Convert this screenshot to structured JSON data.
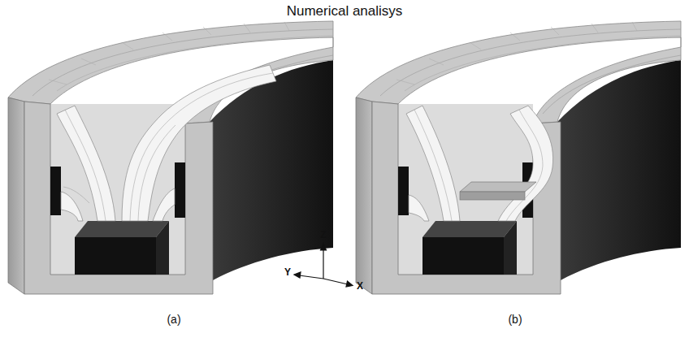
{
  "diagram": {
    "title": "Numerical analisys",
    "labels": [
      "Z",
      "Y",
      "X",
      "(a)",
      "(b)"
    ]
  }
}
